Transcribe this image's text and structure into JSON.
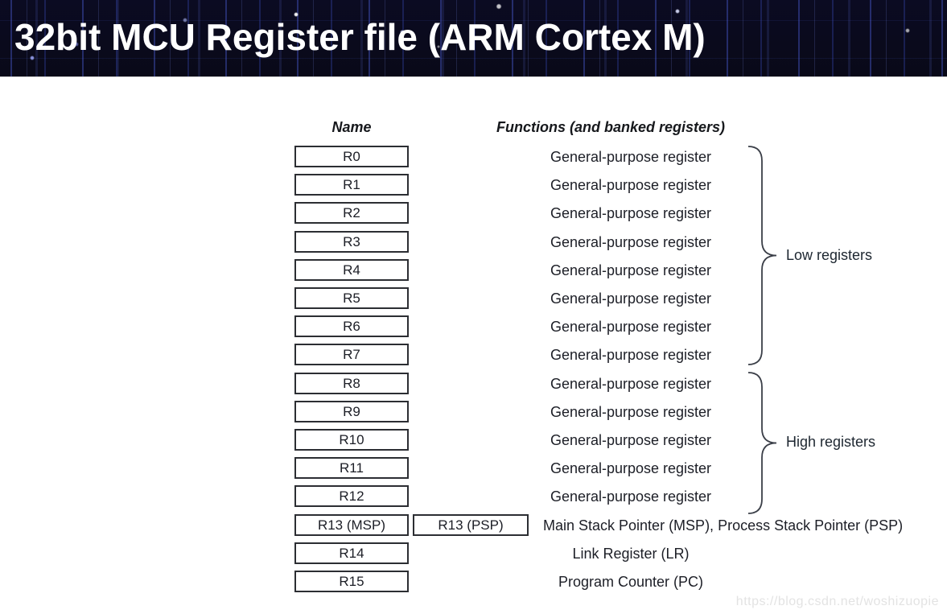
{
  "header": {
    "title": "32bit MCU Register file (ARM Cortex M)"
  },
  "table": {
    "name_header": "Name",
    "functions_header": "Functions (and banked registers)",
    "registers": [
      {
        "name": "R0",
        "function": "General-purpose register"
      },
      {
        "name": "R1",
        "function": "General-purpose register"
      },
      {
        "name": "R2",
        "function": "General-purpose register"
      },
      {
        "name": "R3",
        "function": "General-purpose register"
      },
      {
        "name": "R4",
        "function": "General-purpose register"
      },
      {
        "name": "R5",
        "function": "General-purpose register"
      },
      {
        "name": "R6",
        "function": "General-purpose register"
      },
      {
        "name": "R7",
        "function": "General-purpose register"
      },
      {
        "name": "R8",
        "function": "General-purpose register"
      },
      {
        "name": "R9",
        "function": "General-purpose register"
      },
      {
        "name": "R10",
        "function": "General-purpose register"
      },
      {
        "name": "R11",
        "function": "General-purpose register"
      },
      {
        "name": "R12",
        "function": "General-purpose register"
      },
      {
        "name": "R13 (MSP)",
        "banked": "R13 (PSP)",
        "function": "Main Stack Pointer (MSP), Process Stack Pointer (PSP)"
      },
      {
        "name": "R14",
        "function": "Link Register (LR)"
      },
      {
        "name": "R15",
        "function": "Program Counter (PC)"
      }
    ],
    "groups": [
      {
        "label": "Low registers"
      },
      {
        "label": "High registers"
      }
    ]
  },
  "watermark": "https://blog.csdn.net/woshizuopie",
  "colors": {
    "banner_background": "#0a0a1f",
    "banner_trace_blue": "#4a5ee6",
    "title_color": "#ffffff",
    "text_color": "#1c1e26",
    "box_border": "#2c2e33",
    "watermark_color": "#e3e3e3"
  }
}
